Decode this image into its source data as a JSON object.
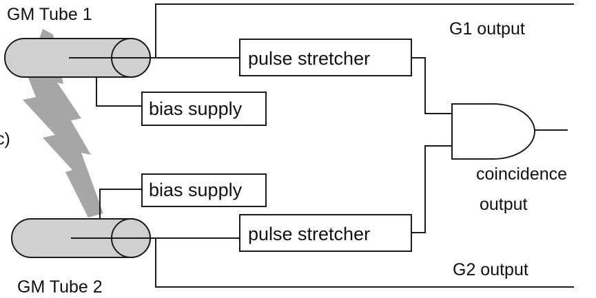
{
  "labels": {
    "tube1": "GM Tube 1",
    "tube2": "GM Tube 2",
    "g1_output": "G1 output",
    "g2_output": "G2 output",
    "stretcher_top": "pulse stretcher",
    "stretcher_bottom": "pulse stretcher",
    "bias_top": "bias supply",
    "bias_bottom": "bias supply",
    "coincidence_line1": "coincidence",
    "coincidence_line2": "output",
    "partial_left": "c)"
  },
  "colors": {
    "wire": "#1a1a1a",
    "tube_fill": "#d0d0d0",
    "lightning": "#a6a6a6"
  },
  "icons": {
    "lightning": "cosmic-ray-lightning-icon",
    "gate": "and-gate-icon",
    "tube": "gm-tube-icon"
  }
}
